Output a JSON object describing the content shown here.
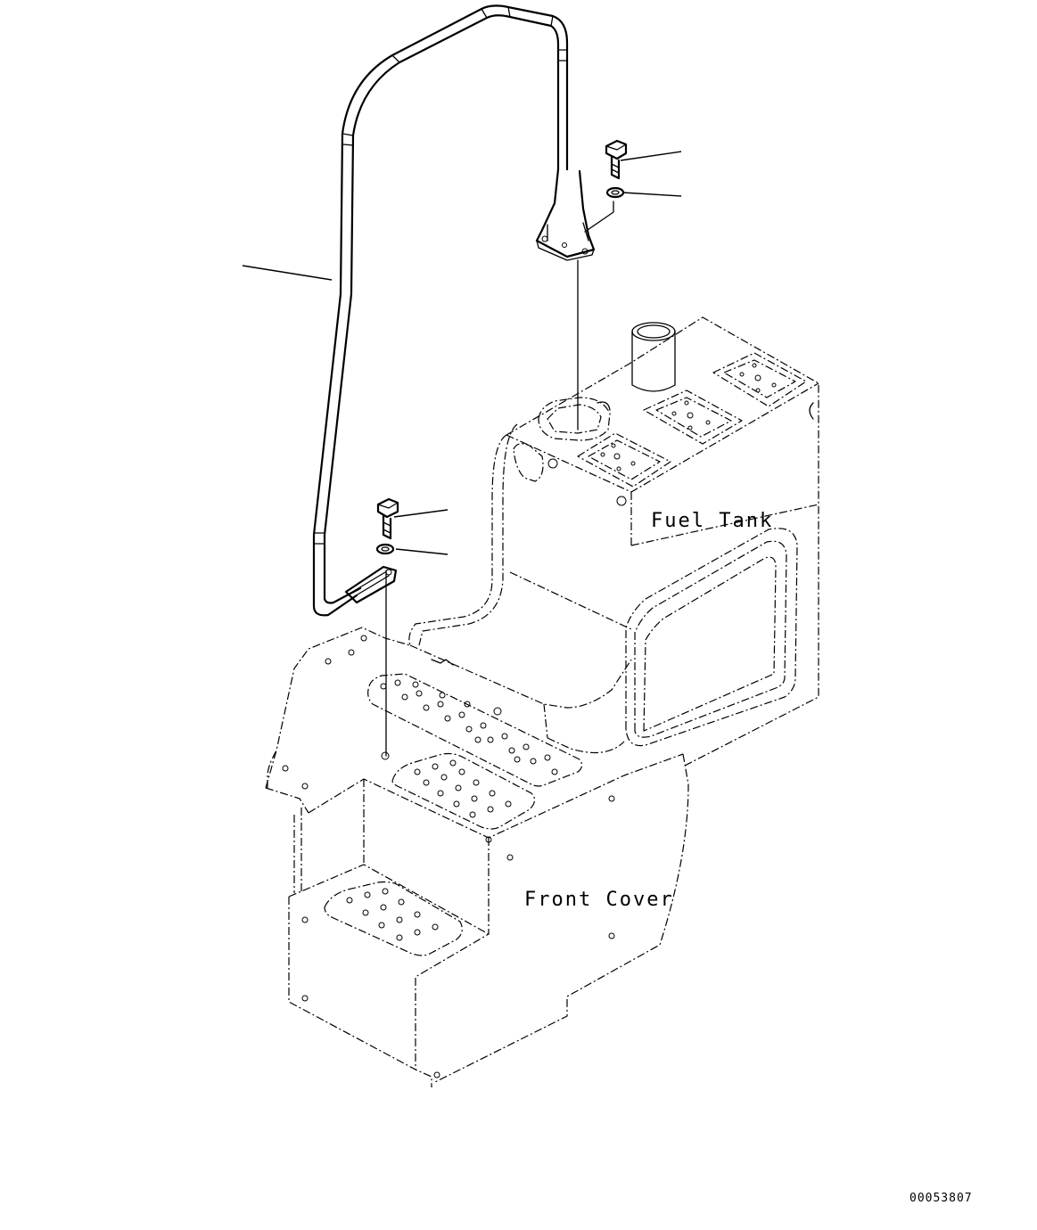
{
  "labels": {
    "fuel_tank": "Fuel Tank",
    "front_cover": "Front Cover",
    "drawing_number": "00053807"
  }
}
